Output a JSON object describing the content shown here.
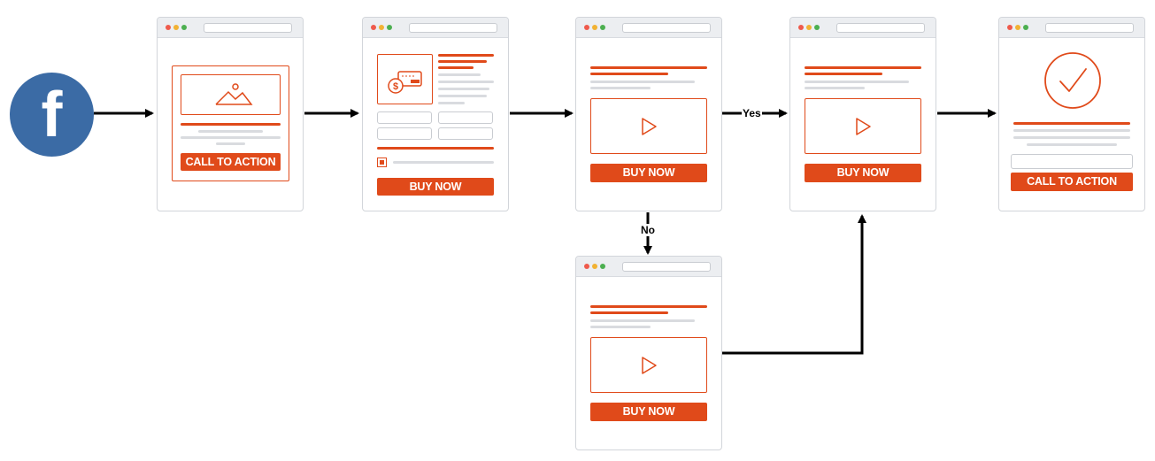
{
  "pages": {
    "optin": {
      "button": "CALL TO ACTION"
    },
    "order": {
      "button": "BUY NOW"
    },
    "upsell": {
      "button": "BUY NOW"
    },
    "downsell": {
      "button": "BUY NOW"
    },
    "oto": {
      "button": "BUY NOW"
    },
    "thankyou": {
      "button": "CALL TO ACTION"
    }
  },
  "flow": {
    "yes_label": "Yes",
    "no_label": "No"
  },
  "source": {
    "icon": "facebook-icon",
    "letter": "f"
  },
  "colors": {
    "accent": "#e04a1a",
    "facebook": "#3b6ba5",
    "frame": "#d2d5da"
  }
}
